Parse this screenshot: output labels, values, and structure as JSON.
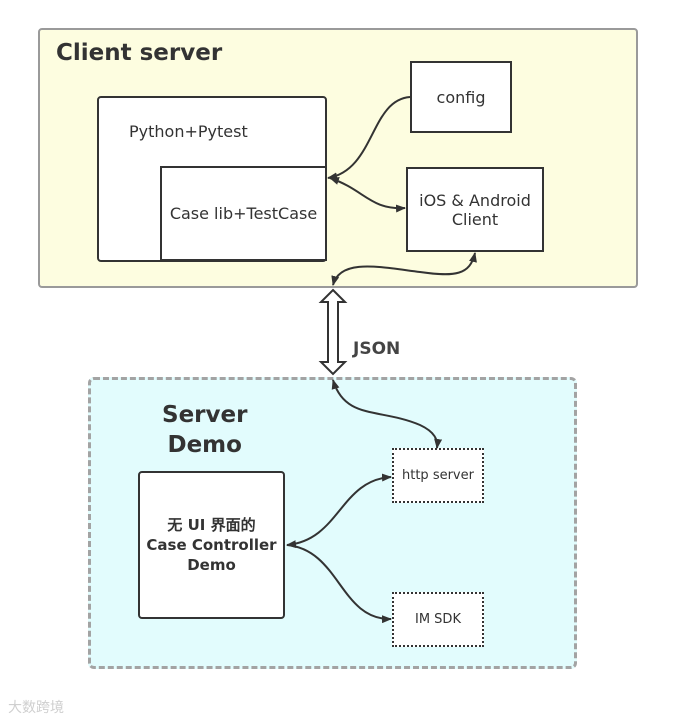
{
  "client_server": {
    "title": "Client server",
    "python_box": "Python+Pytest",
    "case_box": "Case lib+TestCase",
    "config_box": "config",
    "client_box_line1": "iOS & Android",
    "client_box_line2": "Client"
  },
  "link": {
    "label": "JSON"
  },
  "server_demo": {
    "title_line1": "Server",
    "title_line2": "Demo",
    "controller_line1": "无 UI 界面的",
    "controller_line2": "Case Controller",
    "controller_line3": "Demo",
    "http_box": "http server",
    "sdk_box": "IM SDK"
  },
  "watermark": "大数跨境",
  "colors": {
    "client_bg": "#fdfde0",
    "server_bg": "#e2fcfd",
    "stroke": "#333333",
    "group_border": "#a3a3a3"
  }
}
